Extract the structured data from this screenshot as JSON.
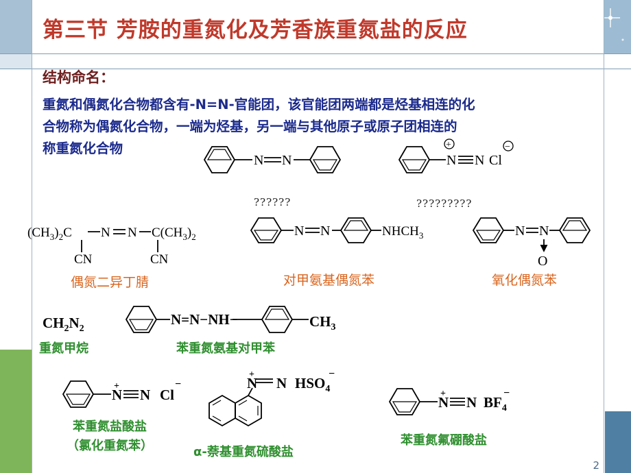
{
  "title": "第三节 芳胺的重氮化及芳香族重氮盐的反应",
  "heading": "结构命名：",
  "description": {
    "line1": "重氮和偶氮化合物都含有-N=N-官能团，该官能团两端都是烃基相连的化",
    "line2": "合物称为偶氮化合物，一端为烃基，另一端与其他原子或原子团相连的",
    "line3": "称重氮化合物"
  },
  "structures": {
    "azobenzene": {
      "n1": "N",
      "n2": "N"
    },
    "diazonium_chloride_top": {
      "n1": "N",
      "n2": "N",
      "anion": "Cl",
      "plus": "+",
      "minus": "−"
    },
    "azo_nitrile": {
      "left": "(CH",
      "sub3a": "3",
      "paren": ")",
      "sub2a": "2",
      "c": "C",
      "n1": "N",
      "n2": "N",
      "right": "C(CH",
      "sub3b": "3",
      "paren2": ")",
      "sub2b": "2",
      "cn": "CN"
    },
    "methylaminoazobenzene": {
      "qmarks": "??????",
      "n1": "N",
      "n2": "N",
      "sub": "NHCH",
      "sub3": "3"
    },
    "azoxybenzene": {
      "qmarks": "?????????",
      "n1": "N",
      "n2": "N",
      "o": "O"
    },
    "diazomethane": {
      "c": "CH",
      "sub2a": "2",
      "n": "N",
      "sub2b": "2"
    },
    "triazene": {
      "chain": "N=N−NH−",
      "ch": "CH",
      "sub3": "3"
    },
    "benzenediazonium_chloride": {
      "n1": "N",
      "n2": "N",
      "anion": "Cl",
      "plus": "+",
      "minus": "−"
    },
    "naphthyl_diazonium": {
      "n1": "N",
      "n2": "N",
      "anion": "HSO",
      "sub4": "4",
      "plus": "+",
      "minus": "−"
    },
    "fluoroborate": {
      "n1": "N",
      "n2": "N",
      "anion": "BF",
      "sub4": "4",
      "plus": "+",
      "minus": "−"
    }
  },
  "labels": {
    "azo_nitrile": "偶氮二异丁腈",
    "methylaminoazobenzene": "对甲氨基偶氮苯",
    "azoxybenzene": "氧化偶氮苯",
    "diazomethane": "重氮甲烷",
    "triazene": "苯重氮氨基对甲苯",
    "benzenediazonium_line1": "苯重氮盐酸盐",
    "benzenediazonium_line2": "（氯化重氮苯）",
    "naphthyl": "α-萘基重氮硫酸盐",
    "fluoroborate": "苯重氮氟硼酸盐"
  },
  "page_number": "2",
  "colors": {
    "title": "#c0392b",
    "heading": "#6e1e1e",
    "description": "#1b2a8c",
    "orange_label": "#d9651e",
    "green_label": "#2f8f2f"
  }
}
